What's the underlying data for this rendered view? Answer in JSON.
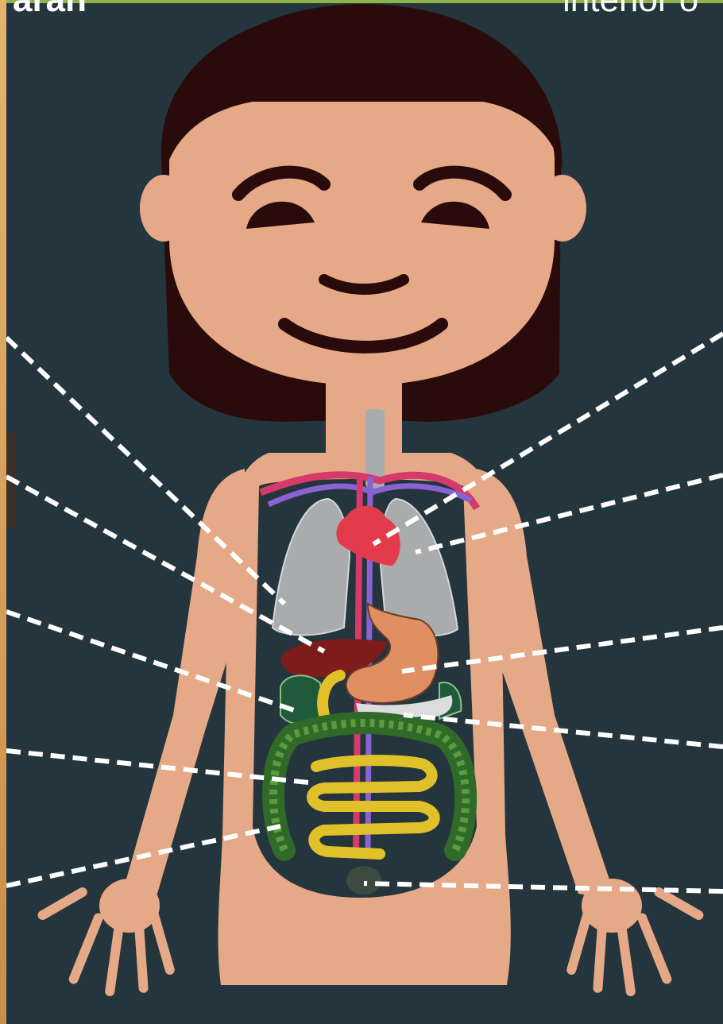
{
  "header": {
    "left_text": "aran",
    "right_text": "interior o"
  },
  "colors": {
    "background": "#25353d",
    "skin": "#e5a987",
    "hair": "#2a0b0b",
    "heart": "#e23b4c",
    "lungs": "#a9abad",
    "stomach": "#e08f62",
    "liver": "#7e1b1b",
    "gallbladder": "#1f5a3a",
    "small_intestine": "#e0c12a",
    "large_intestine": "#2f6a28",
    "pointer_lines": "#ffffff"
  },
  "organs": [
    "heart",
    "lungs",
    "stomach",
    "liver",
    "gallbladder",
    "small-intestine",
    "large-intestine",
    "bladder",
    "trachea",
    "blood-vessels"
  ]
}
